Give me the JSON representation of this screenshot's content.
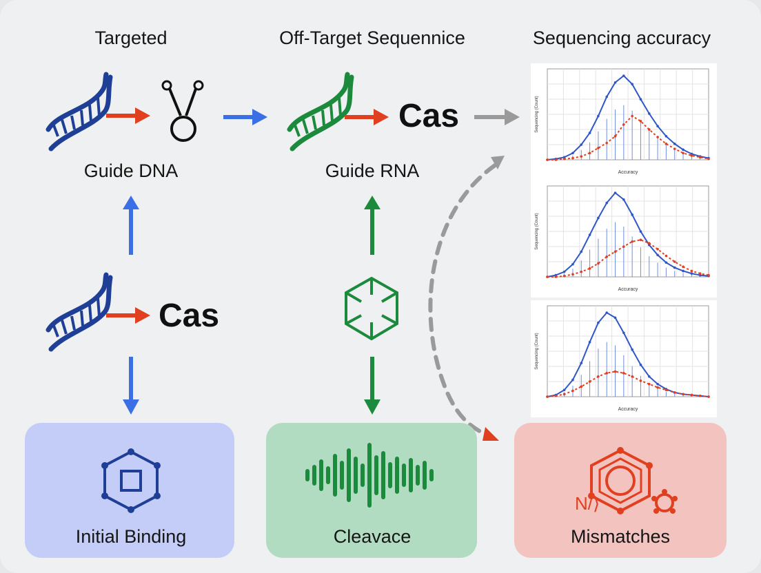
{
  "headers": {
    "targeted": "Targeted",
    "off_target": "Off-Target Sequennice",
    "accuracy": "Sequencing accuracy"
  },
  "labels": {
    "guide_dna": "Guide DNA",
    "guide_rna": "Guide RNA",
    "cas_top": "Cas",
    "cas_mid": "Cas"
  },
  "boxes": {
    "binding": "Initial Binding",
    "cleavage": "Cleavace",
    "mismatches": "Mismatches"
  },
  "mismatch_code": "N/⟩",
  "colors": {
    "blue": "#2f56c6",
    "green": "#1b8a3c",
    "red": "#e0401f",
    "grey": "#9a9a9a",
    "box_blue": "#c3cdf7",
    "box_green": "#b2dcc1",
    "box_red": "#f3c3bf"
  },
  "chart_data": [
    {
      "type": "line",
      "xlabel": "Accuracy",
      "ylabel": "Sequencing (Count)",
      "series": [
        {
          "color": "#2f56c6",
          "values": [
            0,
            1,
            3,
            8,
            18,
            32,
            52,
            75,
            92,
            100,
            90,
            72,
            55,
            40,
            28,
            19,
            12,
            7,
            4,
            2
          ]
        },
        {
          "color": "#e0401f",
          "values": [
            0,
            0,
            1,
            2,
            4,
            8,
            14,
            20,
            28,
            42,
            52,
            46,
            36,
            27,
            19,
            13,
            8,
            5,
            3,
            1
          ]
        }
      ]
    },
    {
      "type": "line",
      "xlabel": "Accuracy",
      "ylabel": "Sequencing (Count)",
      "series": [
        {
          "color": "#2f56c6",
          "values": [
            0,
            2,
            6,
            15,
            30,
            50,
            70,
            88,
            100,
            92,
            74,
            54,
            38,
            26,
            17,
            11,
            7,
            4,
            2,
            1
          ]
        },
        {
          "color": "#e0401f",
          "values": [
            0,
            0,
            1,
            3,
            6,
            10,
            16,
            24,
            30,
            36,
            42,
            44,
            40,
            33,
            25,
            18,
            12,
            7,
            4,
            2
          ]
        }
      ]
    },
    {
      "type": "line",
      "xlabel": "Accuracy",
      "ylabel": "Sequencing (Count)",
      "series": [
        {
          "color": "#2f56c6",
          "values": [
            0,
            2,
            8,
            20,
            40,
            65,
            88,
            100,
            94,
            76,
            56,
            38,
            24,
            15,
            9,
            5,
            3,
            2,
            1,
            0
          ]
        },
        {
          "color": "#e0401f",
          "values": [
            0,
            1,
            3,
            7,
            12,
            18,
            24,
            28,
            30,
            28,
            24,
            19,
            15,
            11,
            8,
            5,
            3,
            2,
            1,
            0
          ]
        }
      ]
    }
  ]
}
